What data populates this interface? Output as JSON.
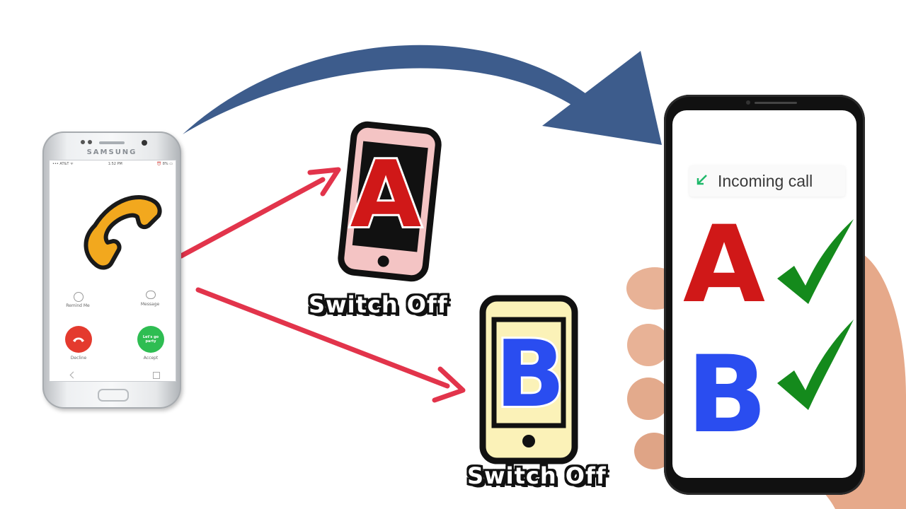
{
  "colors": {
    "curve_arrow": "#3d5c8c",
    "red_arrow": "#e2344b",
    "letter_a": "#d01818",
    "letter_b": "#2a4df0",
    "check": "#148a1c",
    "phone_a_body": "#f4c4c4",
    "phone_b_body": "#fbf2b8",
    "handset": "#f2a81e"
  },
  "left_phone": {
    "brand": "SAMSUNG",
    "status_left": "••• AT&T ᯤ",
    "status_center": "1:52 PM",
    "status_right": "⏰ 8% ▭",
    "remind_label": "Remind Me",
    "message_label": "Message",
    "accept_text": "Let's go party",
    "decline_label": "Decline",
    "accept_label": "Accept"
  },
  "phone_a": {
    "letter": "A",
    "caption": "Switch Off"
  },
  "phone_b": {
    "letter": "B",
    "caption": "Switch Off"
  },
  "right_phone": {
    "incoming_text": "Incoming call",
    "letter_a": "A",
    "letter_b": "B",
    "icons": [
      "incoming-arrow-icon",
      "check-icon"
    ]
  }
}
